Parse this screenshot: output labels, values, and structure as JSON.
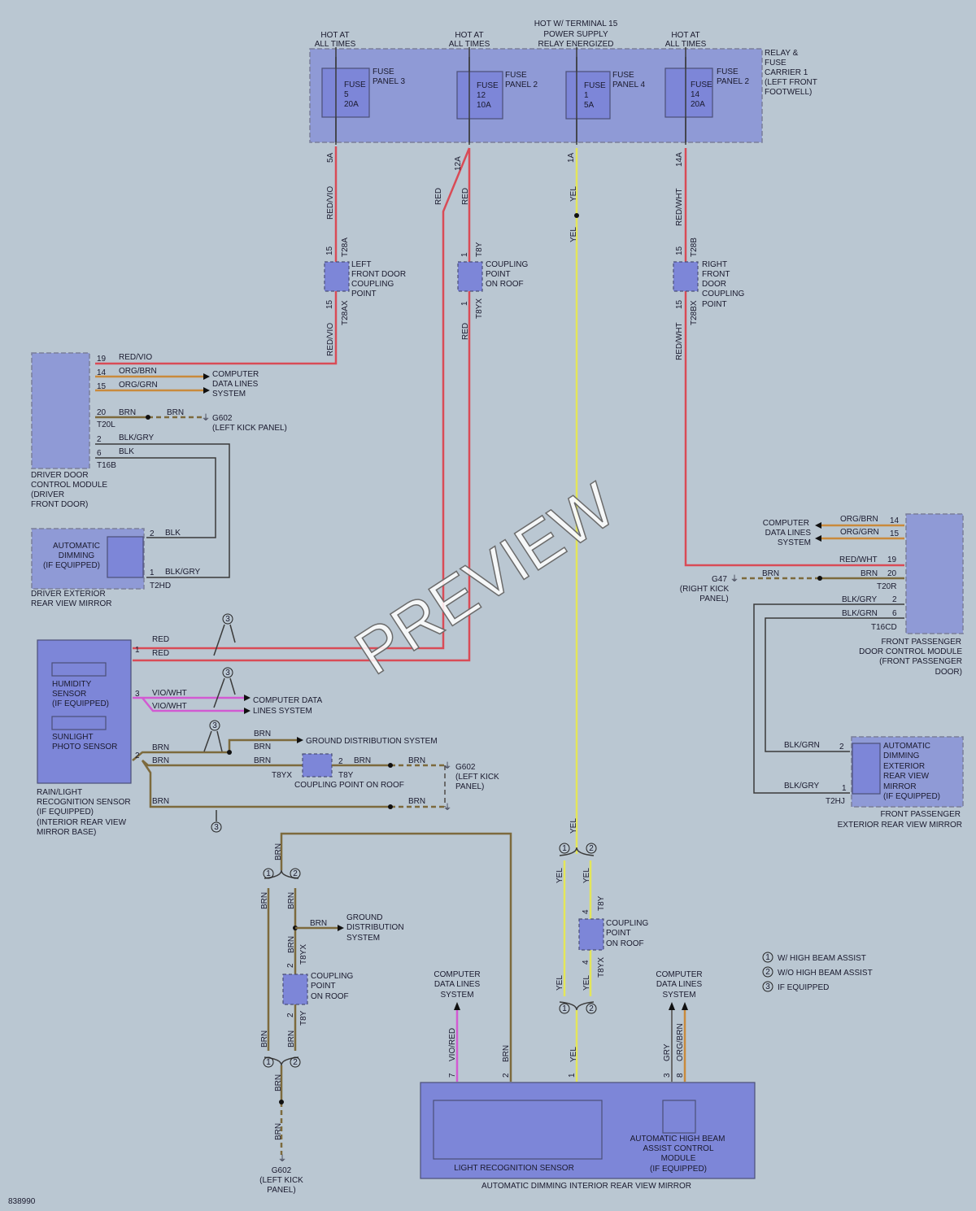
{
  "figure_id": "838990",
  "watermark": "PREVIEW",
  "top": {
    "hot1": [
      "HOT AT",
      "ALL TIMES"
    ],
    "hot2": [
      "HOT AT",
      "ALL TIMES"
    ],
    "hot3": [
      "HOT W/ TERMINAL 15",
      "POWER SUPPLY",
      "RELAY ENERGIZED"
    ],
    "hot4": [
      "HOT AT",
      "ALL TIMES"
    ]
  },
  "relay_carrier": [
    "RELAY &",
    "FUSE",
    "CARRIER 1",
    "(LEFT FRONT",
    "FOOTWELL)"
  ],
  "fuses": [
    {
      "lines": [
        "FUSE",
        "5",
        "20A"
      ],
      "panel": [
        "FUSE",
        "PANEL 3"
      ],
      "wire_amp": "5A"
    },
    {
      "lines": [
        "FUSE",
        "12",
        "10A"
      ],
      "panel": [
        "FUSE",
        "PANEL 2"
      ],
      "wire_amp": "12A"
    },
    {
      "lines": [
        "FUSE",
        "1",
        "5A"
      ],
      "panel": [
        "FUSE",
        "PANEL 4"
      ],
      "wire_amp": "1A"
    },
    {
      "lines": [
        "FUSE",
        "14",
        "20A"
      ],
      "panel": [
        "FUSE",
        "PANEL 2"
      ],
      "wire_amp": "14A"
    }
  ],
  "colors": {
    "RED_VIO": "RED/VIO",
    "RED": "RED",
    "YEL": "YEL",
    "RED_WHT": "RED/WHT",
    "ORG_BRN": "ORG/BRN",
    "ORG_GRN": "ORG/GRN",
    "BRN": "BRN",
    "BLK_GRY": "BLK/GRY",
    "BLK": "BLK",
    "BLK_GRN": "BLK/GRN",
    "VIO_WHT": "VIO/WHT",
    "VIO_RED": "VIO/RED",
    "GRY": "GRY"
  },
  "pins": {
    "p15": "15",
    "p1": "1",
    "p19": "19",
    "p14": "14",
    "p20": "20",
    "p2": "2",
    "p6": "6",
    "p3": "3",
    "p4": "4",
    "p7": "7",
    "p8": "8"
  },
  "conn": {
    "t28a": "T28A",
    "t28ax": "T28AX",
    "t8y": "T8Y",
    "t8yx": "T8YX",
    "t28b": "T28B",
    "t28bx": "T28BX",
    "t20l": "T20L",
    "t16b": "T16B",
    "t2hd": "T2HD",
    "t20r": "T20R",
    "t16cd": "T16CD",
    "t2hj": "T2HJ"
  },
  "couplings": {
    "left_front_door": [
      "LEFT",
      "FRONT DOOR",
      "COUPLING",
      "POINT"
    ],
    "roof_red": [
      "COUPLING",
      "POINT",
      "ON ROOF"
    ],
    "right_front_door": [
      "RIGHT",
      "FRONT",
      "DOOR",
      "COUPLING",
      "POINT"
    ],
    "roof_brn_mid": [
      "COUPLING POINT ON ROOF"
    ],
    "roof_yel": [
      "COUPLING",
      "POINT",
      "ON ROOF"
    ],
    "roof_brn_low": [
      "COUPLING",
      "POINT",
      "ON ROOF"
    ]
  },
  "computer_data": [
    "COMPUTER",
    "DATA LINES",
    "SYSTEM"
  ],
  "computer_data_2": [
    "COMPUTER DATA",
    "LINES SYSTEM"
  ],
  "ground_dist": "GROUND DISTRIBUTION SYSTEM",
  "ground_dist_3": [
    "GROUND",
    "DISTRIBUTION",
    "SYSTEM"
  ],
  "g602": [
    "G602",
    "(LEFT KICK PANEL)"
  ],
  "g602b": [
    "G602",
    "(LEFT KICK",
    "PANEL)"
  ],
  "g47": [
    "G47",
    "(RIGHT KICK",
    "PANEL)"
  ],
  "driver_door": [
    "DRIVER DOOR",
    "CONTROL MODULE",
    "(DRIVER",
    "FRONT DOOR)"
  ],
  "auto_dim_left": [
    "AUTOMATIC",
    "DIMMING",
    "(IF EQUIPPED)"
  ],
  "driver_mirror": [
    "DRIVER EXTERIOR",
    "REAR VIEW MIRROR"
  ],
  "rain_sensor": {
    "humidity": [
      "HUMIDITY",
      "SENSOR",
      "(IF EQUIPPED)"
    ],
    "sunlight": [
      "SUNLIGHT",
      "PHOTO SENSOR"
    ],
    "label": [
      "RAIN/LIGHT",
      "RECOGNITION SENSOR",
      "(IF EQUIPPED)",
      "(INTERIOR REAR VIEW",
      "MIRROR BASE)"
    ]
  },
  "fp_door": [
    "FRONT PASSENGER",
    "DOOR CONTROL MODULE",
    "(FRONT PASSENGER",
    "DOOR)"
  ],
  "auto_dim_right": [
    "AUTOMATIC",
    "DIMMING",
    "EXTERIOR",
    "REAR VIEW",
    "MIRROR",
    "(IF EQUIPPED)"
  ],
  "fp_mirror": [
    "FRONT PASSENGER",
    "EXTERIOR REAR VIEW MIRROR"
  ],
  "light_sensor": "LIGHT RECOGNITION SENSOR",
  "high_beam": [
    "AUTOMATIC HIGH BEAM",
    "ASSIST CONTROL",
    "MODULE",
    "(IF EQUIPPED)"
  ],
  "interior_mirror": "AUTOMATIC DIMMING INTERIOR REAR VIEW MIRROR",
  "legend": [
    {
      "num": "1",
      "text": "W/ HIGH BEAM ASSIST"
    },
    {
      "num": "2",
      "text": "W/O HIGH BEAM ASSIST"
    },
    {
      "num": "3",
      "text": "IF EQUIPPED"
    }
  ]
}
